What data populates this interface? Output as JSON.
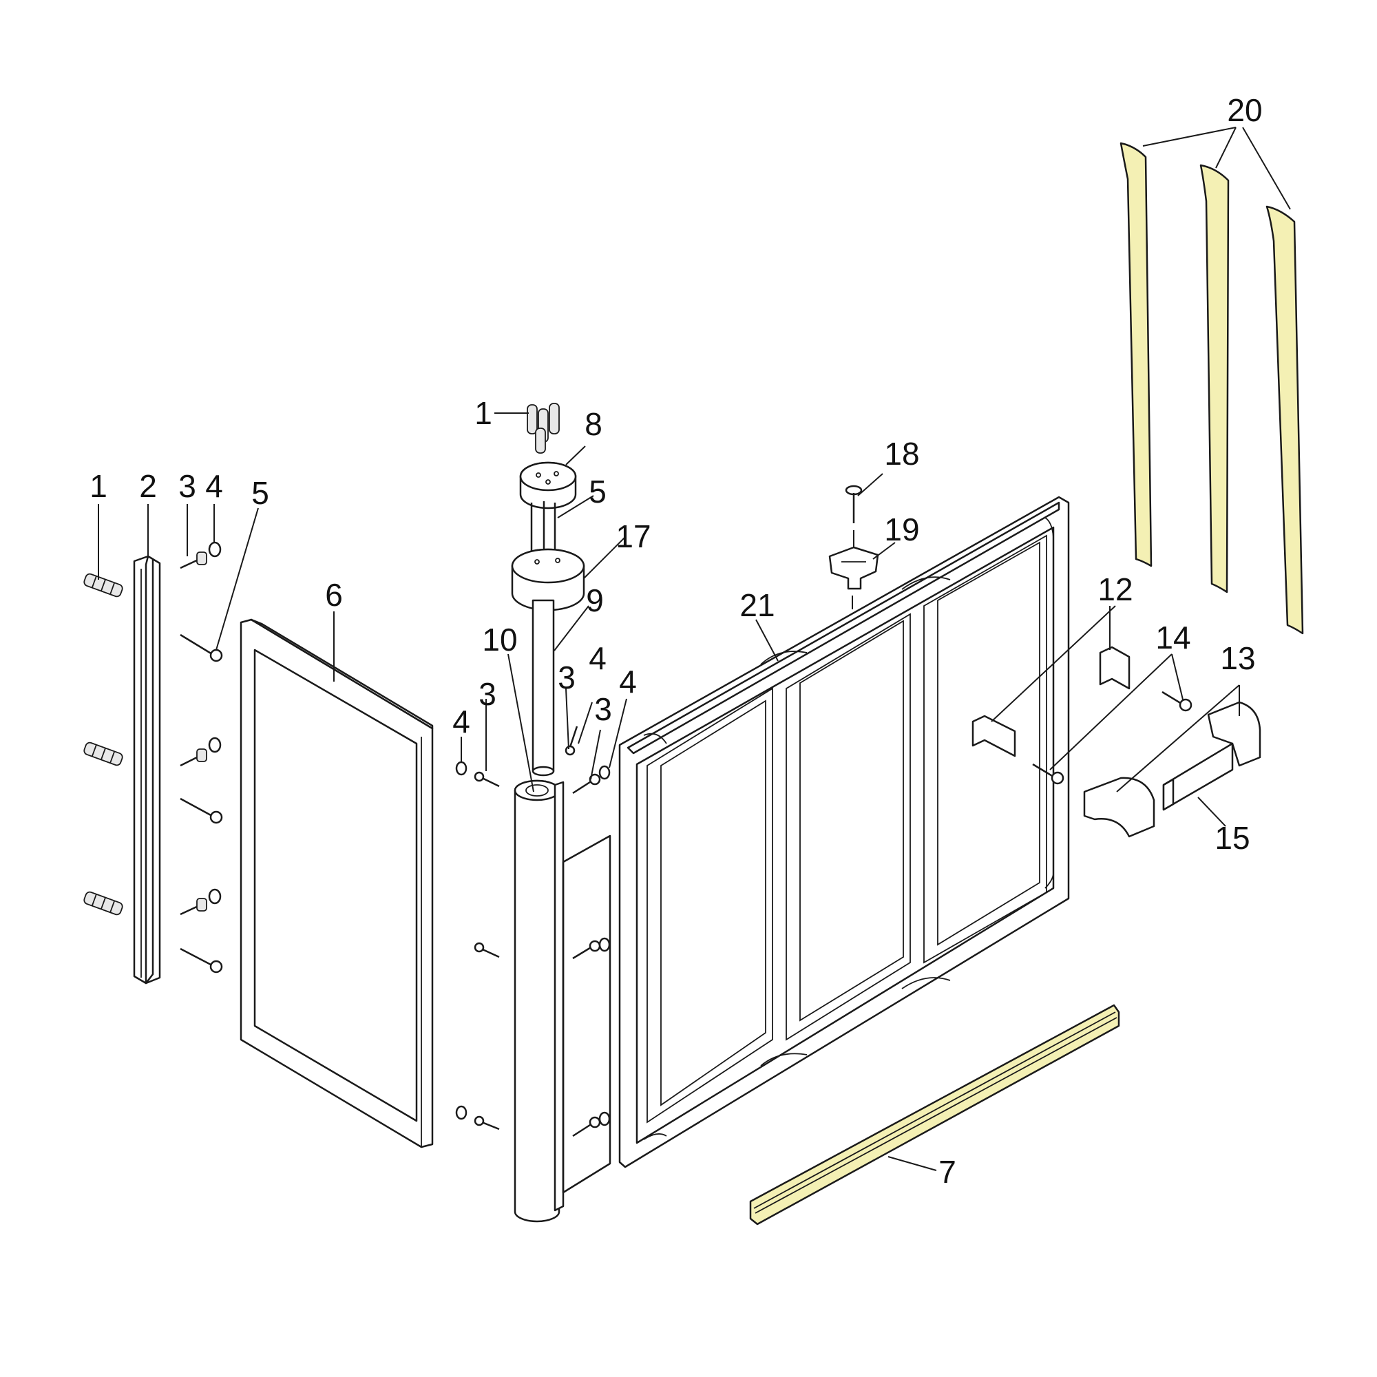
{
  "diagram": {
    "labels": {
      "l1a": "1",
      "l2": "2",
      "l3a": "3",
      "l4a": "4",
      "l5a": "5",
      "l6": "6",
      "l1b": "1",
      "l8": "8",
      "l5b": "5",
      "l17": "17",
      "l9": "9",
      "l10": "10",
      "l4b": "4",
      "l3b": "3",
      "l3c": "3",
      "l4c": "4",
      "l3d": "3",
      "l4d": "4",
      "l18": "18",
      "l19": "19",
      "l21": "21",
      "l12": "12",
      "l14": "14",
      "l13": "13",
      "l15": "15",
      "l7": "7",
      "l20": "20"
    },
    "colors": {
      "seal_yellow": "#f4f0b4",
      "line": "#1a1a1a"
    }
  }
}
